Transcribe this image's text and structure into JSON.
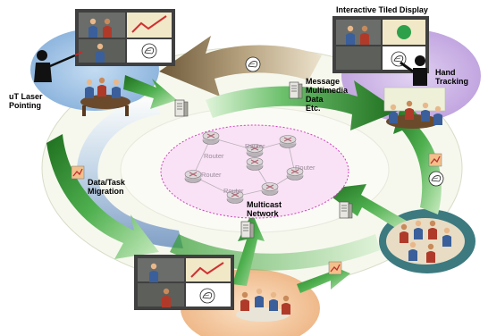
{
  "labels": {
    "laser": "uT Laser\nPointing",
    "tiled": "Interactive Tiled Display",
    "hand": "Hand\nTracking",
    "message": "Message\nMultimedia\nData\nEtc.",
    "migration": "Data/Task\nMigration",
    "multicast": "Multicast\nNetwork",
    "router": "Router"
  },
  "colors": {
    "blue_region": "#a9cbe8",
    "purple_region": "#cdb6e6",
    "orange_region": "#f3c79a",
    "teal_region": "#2f6f74",
    "network_fill": "#f7dbf3",
    "network_border": "#d040c0",
    "ring_fill": "#eef2d8",
    "arrow_green": "#3c9a3c",
    "arrow_tan": "#9a8662"
  }
}
